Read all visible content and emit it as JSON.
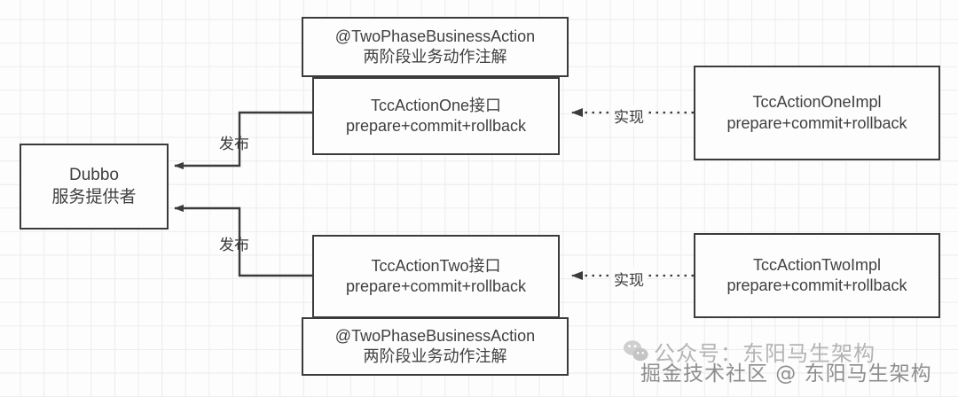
{
  "diagram": {
    "title": "Dubbo TCC Action interface and implementation diagram",
    "background": {
      "grid_color": "#ececec",
      "page_color": "#fdfdfd"
    },
    "nodes": {
      "dubbo_provider": {
        "line1": "Dubbo",
        "line2": "服务提供者"
      },
      "annotation_top": {
        "line1": "@TwoPhaseBusinessAction",
        "line2": "两阶段业务动作注解"
      },
      "interface_one": {
        "line1": "TccActionOne接口",
        "line2": "prepare+commit+rollback"
      },
      "interface_two": {
        "line1": "TccActionTwo接口",
        "line2": "prepare+commit+rollback"
      },
      "annotation_bottom": {
        "line1": "@TwoPhaseBusinessAction",
        "line2": "两阶段业务动作注解"
      },
      "impl_one": {
        "line1": "TccActionOneImpl",
        "line2": "prepare+commit+rollback"
      },
      "impl_two": {
        "line1": "TccActionTwoImpl",
        "line2": "prepare+commit+rollback"
      }
    },
    "edges": {
      "publish_one": "发布",
      "publish_two": "发布",
      "implements_one": "实现",
      "implements_two": "实现"
    },
    "watermarks": {
      "main": "公众号：东阳马生架构",
      "sub": "掘金技术社区 @ 东阳马生架构",
      "icon": "wechat-icon"
    },
    "colors": {
      "stroke": "#3b3b3b",
      "text": "#404040",
      "watermark_main": "#b4b4b4",
      "watermark_sub": "#8e8e8e"
    }
  }
}
